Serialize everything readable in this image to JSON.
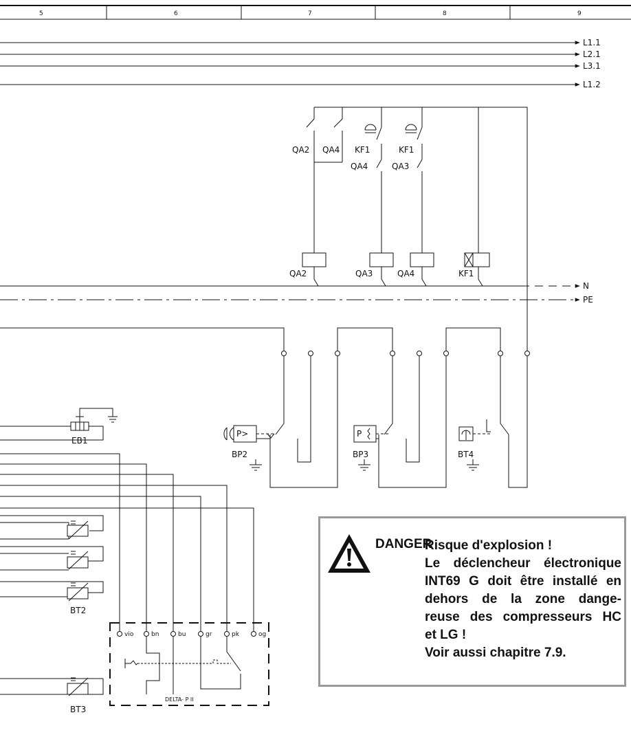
{
  "columns": [
    "5",
    "6",
    "7",
    "8",
    "9"
  ],
  "lines": {
    "l11": "L1.1",
    "l21": "L2.1",
    "l31": "L3.1",
    "l12": "L1.2",
    "n": "N",
    "pe": "PE"
  },
  "contacts": {
    "qa2": "QA2",
    "qa4": "QA4",
    "kf1a": "KF1",
    "qa4b": "QA4",
    "kf1b": "KF1",
    "qa3": "QA3"
  },
  "coils": {
    "qa2": "QA2",
    "qa3": "QA3",
    "qa4": "QA4",
    "kf1": "KF1"
  },
  "devices": {
    "bp2": "BP2",
    "bp3": "BP3",
    "bt4": "BT4",
    "eb1": "EB1",
    "bt2": "BT2",
    "bt3": "BT3",
    "p_gt": "P>",
    "p_sym": "P"
  },
  "delta": {
    "title": "DELTA- P II",
    "terminals": [
      "vio",
      "bn",
      "bu",
      "gr",
      "pk",
      "og"
    ]
  },
  "danger": {
    "heading": "DANGER",
    "lines": [
      "Risque d'explosion !",
      "Le déclencheur électronique",
      "INT69 G doit être installé en",
      "dehors de la zone dange-",
      "reuse des compresseurs HC",
      "et LG !",
      "Voir aussi chapitre 7.9."
    ]
  }
}
